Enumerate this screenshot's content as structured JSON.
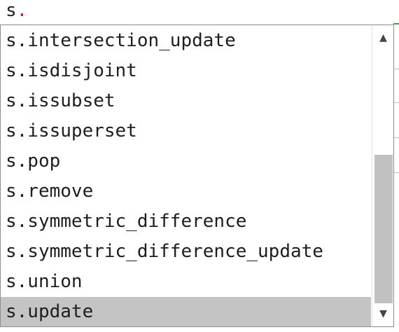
{
  "editor": {
    "typed_prefix": "s",
    "typed_dot": "."
  },
  "completion": {
    "items": [
      "s.intersection_update",
      "s.isdisjoint",
      "s.issubset",
      "s.issuperset",
      "s.pop",
      "s.remove",
      "s.symmetric_difference",
      "s.symmetric_difference_update",
      "s.union",
      "s.update"
    ],
    "selected_index": 9
  },
  "scrollbar": {
    "up_icon": "▲",
    "down_icon": "▼"
  },
  "colors": {
    "selection": "#c4c4c4",
    "dot": "#d11a1a",
    "thumb": "#c1c1c1"
  }
}
